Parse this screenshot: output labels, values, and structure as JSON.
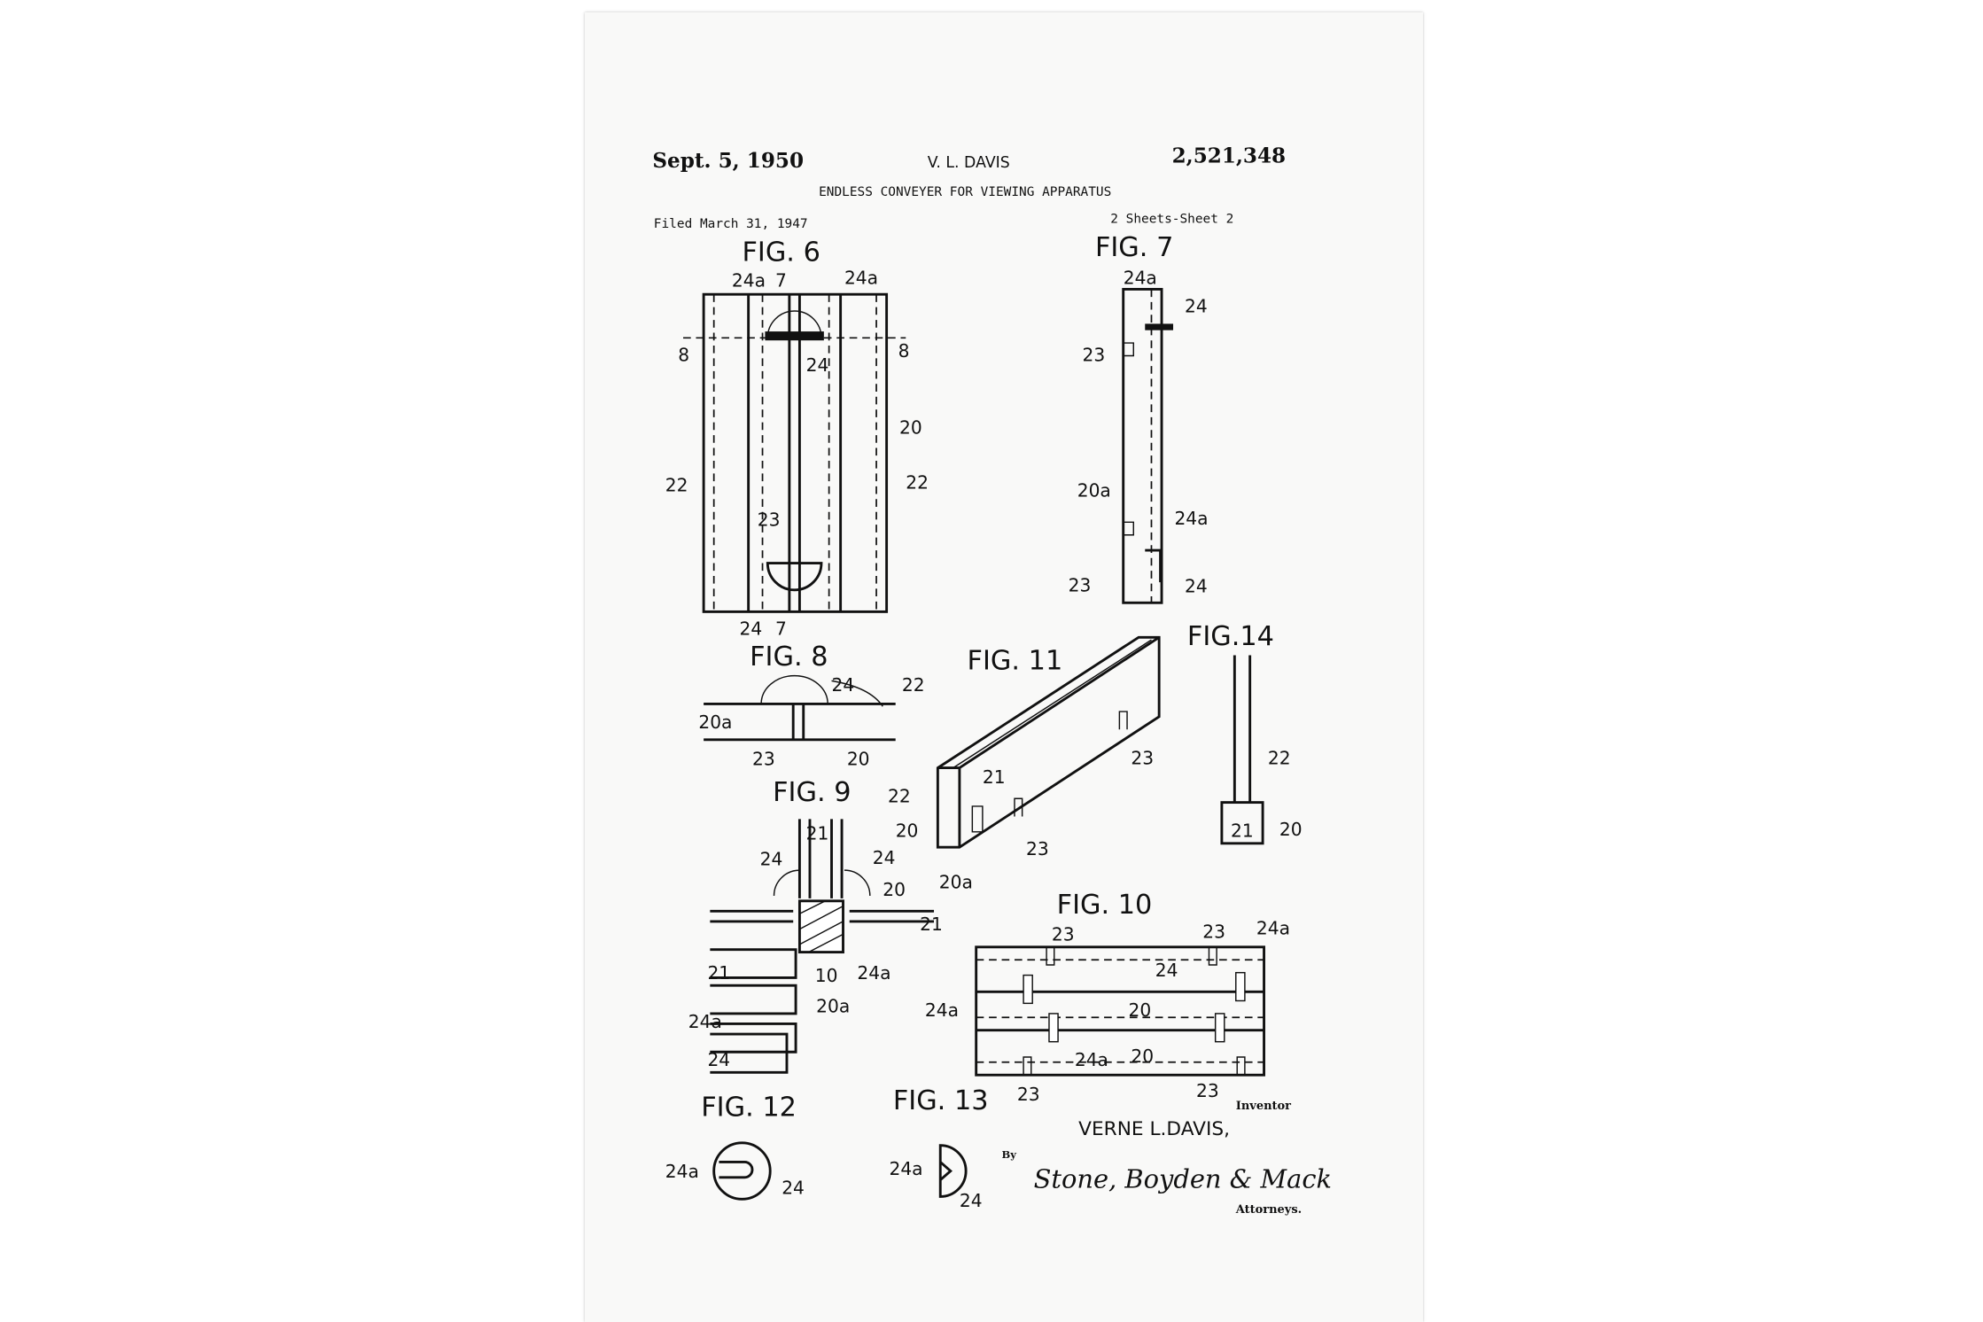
{
  "header": {
    "date": "Sept. 5, 1950",
    "inventor_short": "V. L. DAVIS",
    "patent_number": "2,521,348",
    "title": "ENDLESS CONVEYER FOR VIEWING APPARATUS",
    "filed": "Filed March 31, 1947",
    "sheets": "2 Sheets-Sheet 2"
  },
  "figures": [
    "FIG. 6",
    "FIG. 7",
    "FIG. 8",
    "FIG. 9",
    "FIG. 11",
    "FIG.14",
    "FIG. 10",
    "FIG. 12",
    "FIG. 13"
  ],
  "numerals": {
    "n20": "20",
    "n20a": "20a",
    "n21": "21",
    "n22": "22",
    "n23": "23",
    "n24": "24",
    "n24a": "24a",
    "n10": "10",
    "n7": "7",
    "n8": "8"
  },
  "footer": {
    "inventor_label": "Inventor",
    "inventor_name": "VERNE L.DAVIS,",
    "by": "By",
    "signature": "Stone, Boyden & Mack",
    "attorneys": "Attorneys."
  }
}
